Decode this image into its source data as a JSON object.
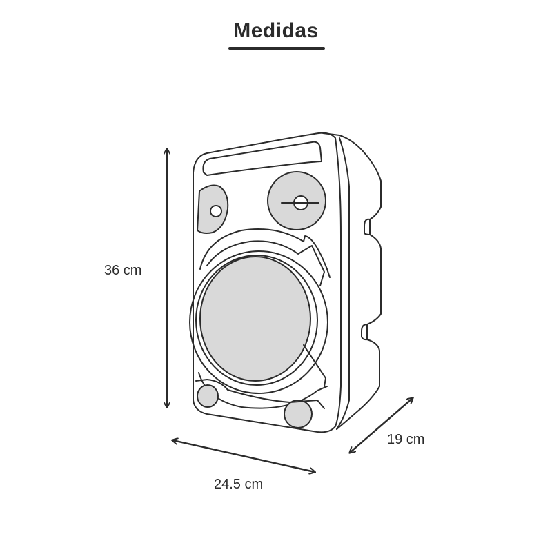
{
  "title": "Medidas",
  "dimensions": {
    "height": "36 cm",
    "width": "24.5 cm",
    "depth": "19 cm"
  },
  "colors": {
    "line": "#2b2b2b",
    "fill": "#d9d9d9",
    "background": "#ffffff"
  },
  "illustration": "speaker-icon"
}
